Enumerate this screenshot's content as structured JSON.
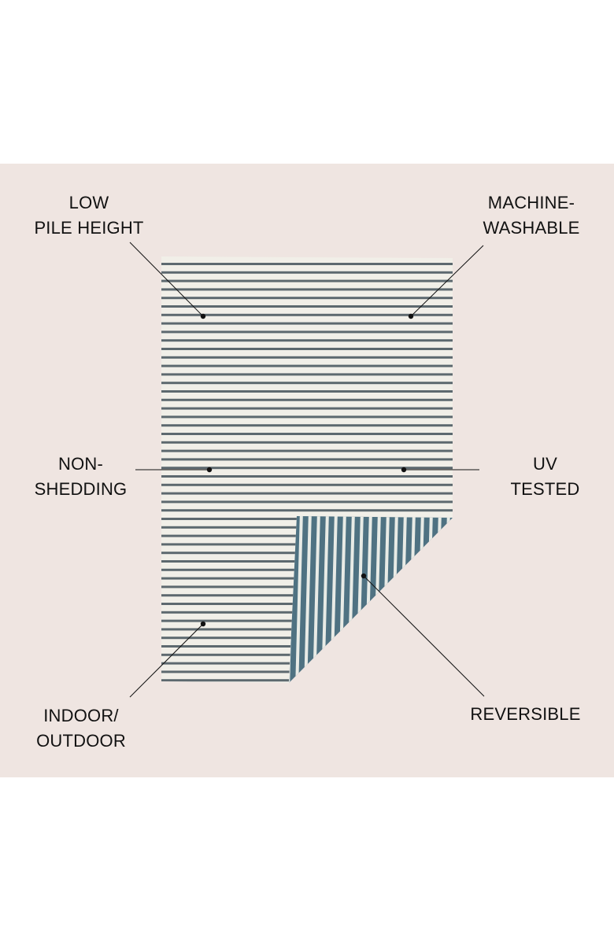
{
  "colors": {
    "background": "#efe5e1",
    "page": "#ffffff",
    "rug_base": "#f1efe8",
    "stripe": "#4d5a62",
    "reverse_base": "#4f7282",
    "reverse_stripe": "#e8ebe6",
    "text": "#111111"
  },
  "rug_icon": "striped-rug-image",
  "features": {
    "low_pile": {
      "line1": "LOW",
      "line2": "PILE HEIGHT"
    },
    "machine_washable": {
      "line1": "MACHINE-",
      "line2": "WASHABLE"
    },
    "non_shedding": {
      "line1": "NON-",
      "line2": "SHEDDING"
    },
    "uv_tested": {
      "line1": "UV",
      "line2": "TESTED"
    },
    "indoor_outdoor": {
      "line1": "INDOOR/",
      "line2": "OUTDOOR"
    },
    "reversible": {
      "line1": "REVERSIBLE"
    }
  }
}
